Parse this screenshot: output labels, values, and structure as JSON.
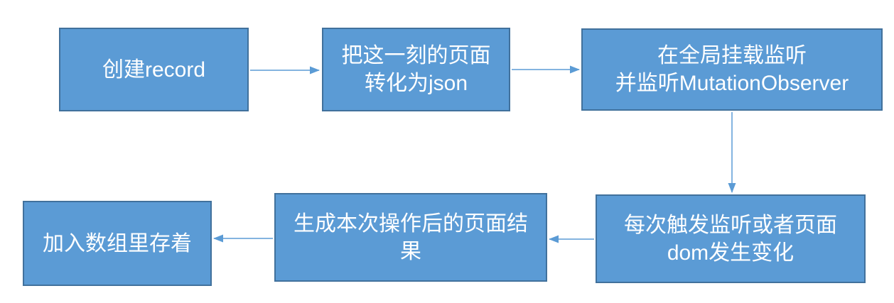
{
  "diagram": {
    "title": "record-capture-flowchart",
    "nodes": [
      {
        "id": "create-record",
        "label": "创建record",
        "lines": [
          "创建record"
        ]
      },
      {
        "id": "page-to-json",
        "label": "把这一刻的页面转化为json",
        "lines": [
          "把这一刻的页面",
          "转化为json"
        ]
      },
      {
        "id": "mount-listener",
        "label": "在全局挂载监听并监听MutationObserver",
        "lines": [
          "在全局挂载监听",
          "并监听MutationObserver"
        ]
      },
      {
        "id": "dom-change",
        "label": "每次触发监听或者页面dom发生变化",
        "lines": [
          "每次触发监听或者页面",
          "dom发生变化"
        ]
      },
      {
        "id": "generate-result",
        "label": "生成本次操作后的页面结果",
        "lines": [
          "生成本次操作后的页面结",
          "果"
        ]
      },
      {
        "id": "store-in-array",
        "label": "加入数组里存着",
        "lines": [
          "加入数组里存着"
        ]
      }
    ],
    "edges": [
      {
        "from": "create-record",
        "to": "page-to-json",
        "direction": "right"
      },
      {
        "from": "page-to-json",
        "to": "mount-listener",
        "direction": "right"
      },
      {
        "from": "mount-listener",
        "to": "dom-change",
        "direction": "down"
      },
      {
        "from": "dom-change",
        "to": "generate-result",
        "direction": "left"
      },
      {
        "from": "generate-result",
        "to": "store-in-array",
        "direction": "left"
      }
    ],
    "colors": {
      "node_fill": "#5b9bd5",
      "node_border": "#41719c",
      "arrow": "#5b9bd5",
      "text": "#ffffff",
      "background": "#ffffff"
    }
  }
}
